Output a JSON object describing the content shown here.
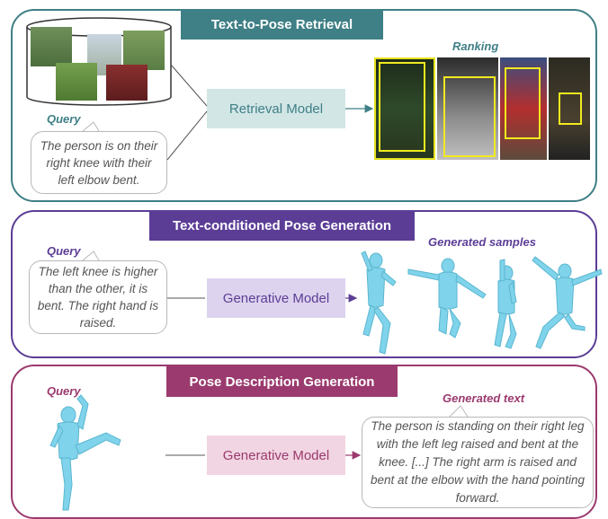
{
  "panel1": {
    "title": "Text-to-Pose Retrieval",
    "model": "Retrieval Model",
    "query_label": "Query",
    "query_text": "The person is on their right knee with their left elbow bent.",
    "ranking_label": "Ranking"
  },
  "panel2": {
    "title": "Text-conditioned Pose Generation",
    "model": "Generative Model",
    "query_label": "Query",
    "query_text": "The left knee is higher than the other, it is bent. The right hand is raised.",
    "output_label": "Generated samples"
  },
  "panel3": {
    "title": "Pose Description Generation",
    "model": "Generative Model",
    "query_label": "Query",
    "output_label": "Generated text",
    "output_text": "The person is standing on their right leg with the left leg raised and bent at the knee. [...] The right arm is raised and bent at the elbow with the hand pointing forward."
  },
  "colors": {
    "teal": "#3f7f86",
    "purple": "#5c3d96",
    "magenta": "#9b3a6e",
    "retrieval_box": "#d2e6e6",
    "gen_box_purple": "#ddd3ee",
    "gen_box_pink": "#f1d5e2",
    "body_mesh": "#7fd3ea"
  }
}
